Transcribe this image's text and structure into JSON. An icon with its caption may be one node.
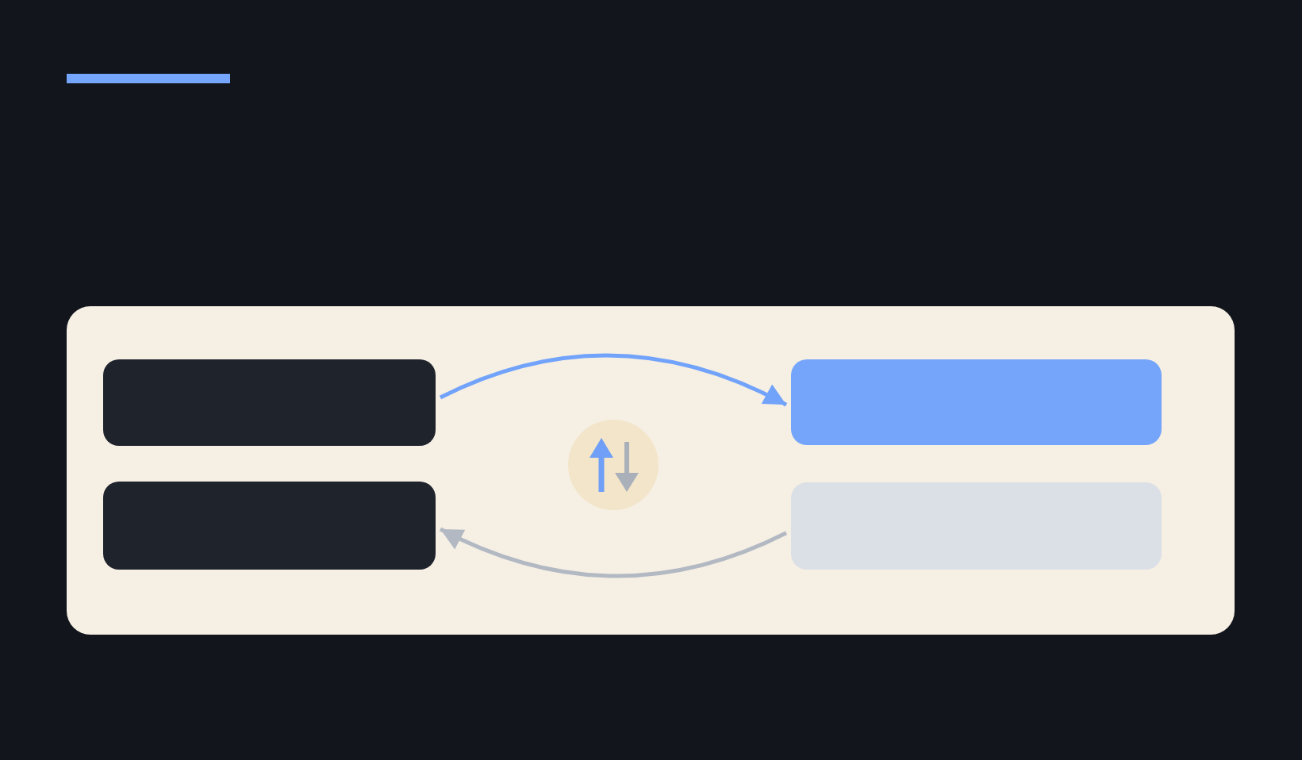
{
  "diagram": {
    "nodes": [
      {
        "text": [],
        "shape": "box"
      },
      {
        "text": [],
        "shape": "box",
        "in": 0
      },
      {
        "text": [],
        "shape": "box",
        "in": 0
      },
      {
        "text": [],
        "shape": "circle",
        "in": 0
      },
      {
        "text": [],
        "shape": "box",
        "in": 0
      },
      {
        "text": [],
        "shape": "box",
        "in": 0
      }
    ],
    "edges": [
      {
        "from": 1,
        "to": 2,
        "arrow": "to",
        "color": "#72a3fa"
      },
      {
        "from": 5,
        "to": 4,
        "arrow": "to",
        "color": "#b3b9c3"
      }
    ]
  }
}
